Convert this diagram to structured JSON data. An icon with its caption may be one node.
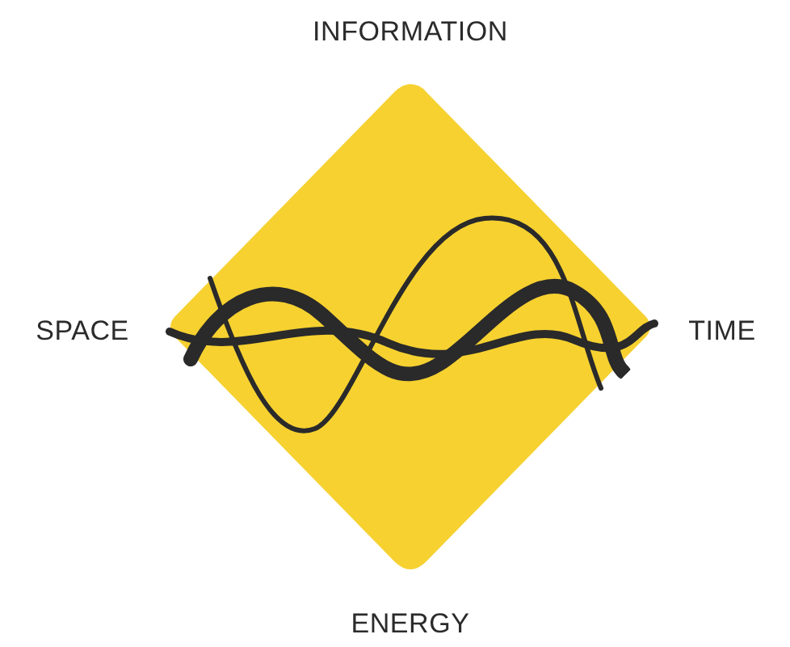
{
  "diagram": {
    "labels": [
      "INFORMATION",
      "SPACE",
      "TIME",
      "ENERGY"
    ]
  }
}
